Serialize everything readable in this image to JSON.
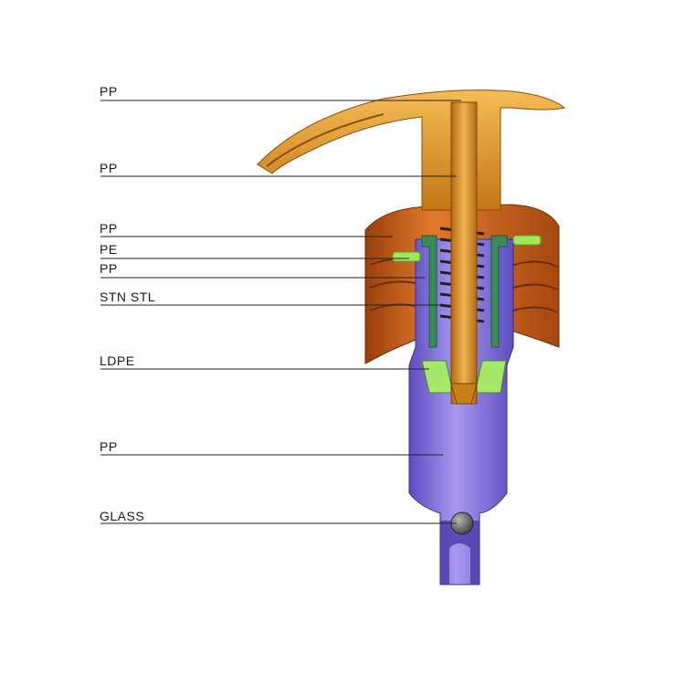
{
  "labels": [
    "PP",
    "PP",
    "PP",
    "PE",
    "PP",
    "STN STL",
    "LDPE",
    "PP",
    "GLASS"
  ],
  "colors": {
    "actuator": "#e8a030",
    "actuator_dark": "#b86e10",
    "closure": "#d86a20",
    "closure_dark": "#8a3a0a",
    "body": "#8c7ae0",
    "body_dark": "#5a48b8",
    "spring": "#333333",
    "gasket": "#9ee85a",
    "piston": "#3a8a5a",
    "ball": "#707070",
    "leader": "#222222"
  }
}
